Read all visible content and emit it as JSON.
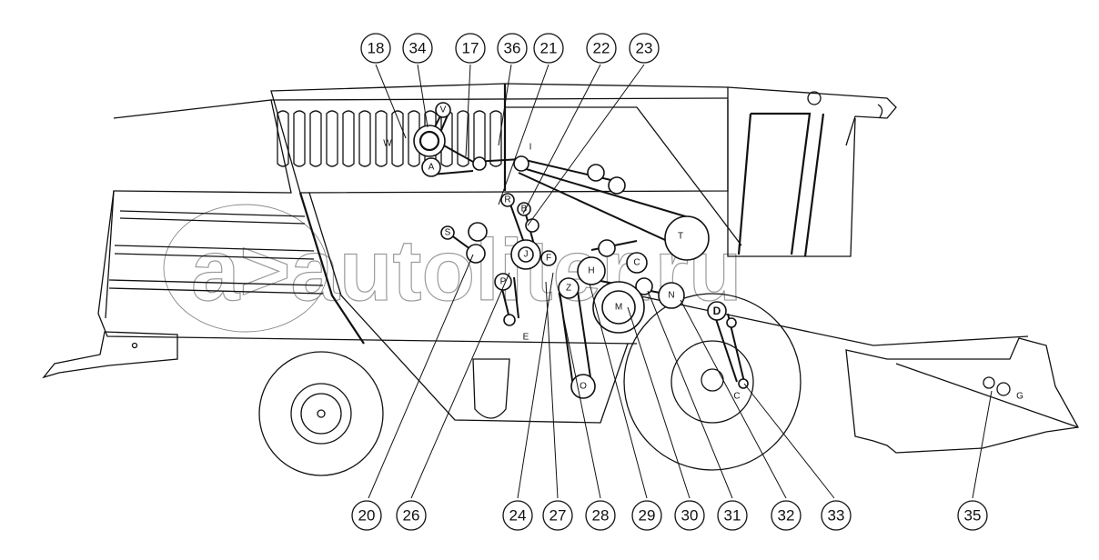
{
  "diagram": {
    "subject": "combine-harvester-belt-drive",
    "watermark": "a>autoliter.ru",
    "callouts_top": [
      "18",
      "34",
      "17",
      "36",
      "21",
      "22",
      "23"
    ],
    "callouts_bottom": [
      "20",
      "26",
      "24",
      "27",
      "28",
      "29",
      "30",
      "31",
      "32",
      "33",
      "35"
    ],
    "pulley_labels": {
      "V": "V",
      "W": "W",
      "A": "A",
      "I": "I",
      "R": "R",
      "B": "B",
      "S": "S",
      "J": "J",
      "F": "F",
      "P": "P",
      "E": "E",
      "Z": "Z",
      "H": "H",
      "C": "C",
      "M": "M",
      "N": "N",
      "T": "T",
      "D": "D",
      "O": "O",
      "Cc": "C",
      "G": "G"
    }
  },
  "colors": {
    "line": "#111111",
    "watermark": "#8a8a8a",
    "background": "#ffffff"
  }
}
